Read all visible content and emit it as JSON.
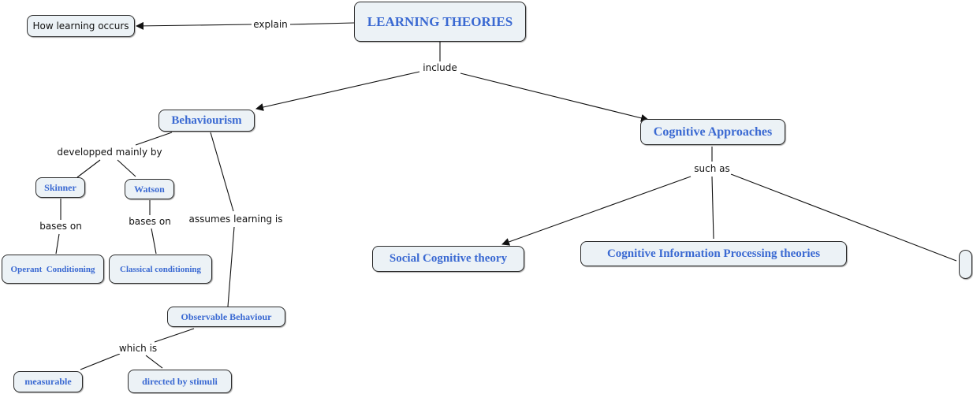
{
  "concept_map": {
    "nodes": {
      "learning_theories": "LEARNING THEORIES",
      "how_learning_occurs": "How learning occurs",
      "behaviourism": "Behaviourism",
      "cognitive_approaches": "Cognitive Approaches",
      "skinner": "Skinner",
      "watson": "Watson",
      "operant_conditioning": "Operant  Conditioning",
      "classical_conditioning": "Classical conditioning",
      "observable_behaviour": "Observable Behaviour",
      "measurable": "measurable",
      "directed_by_stimuli": "directed by stimuli",
      "social_cognitive_theory": "Social Cognitive theory",
      "cognitive_information_processing": "Cognitive Information Processing theories",
      "empty_node": ""
    },
    "linking_phrases": {
      "explain": "explain",
      "include": "include",
      "developped_mainly_by": "developped mainly by",
      "bases_on_skinner": "bases on",
      "bases_on_watson": "bases on",
      "assumes_learning_is": "assumes learning is",
      "which_is": "which is",
      "such_as": "such as"
    },
    "colors": {
      "node_fill": "#ecf2f6",
      "node_text": "#3a69d2",
      "line": "#111111"
    }
  }
}
